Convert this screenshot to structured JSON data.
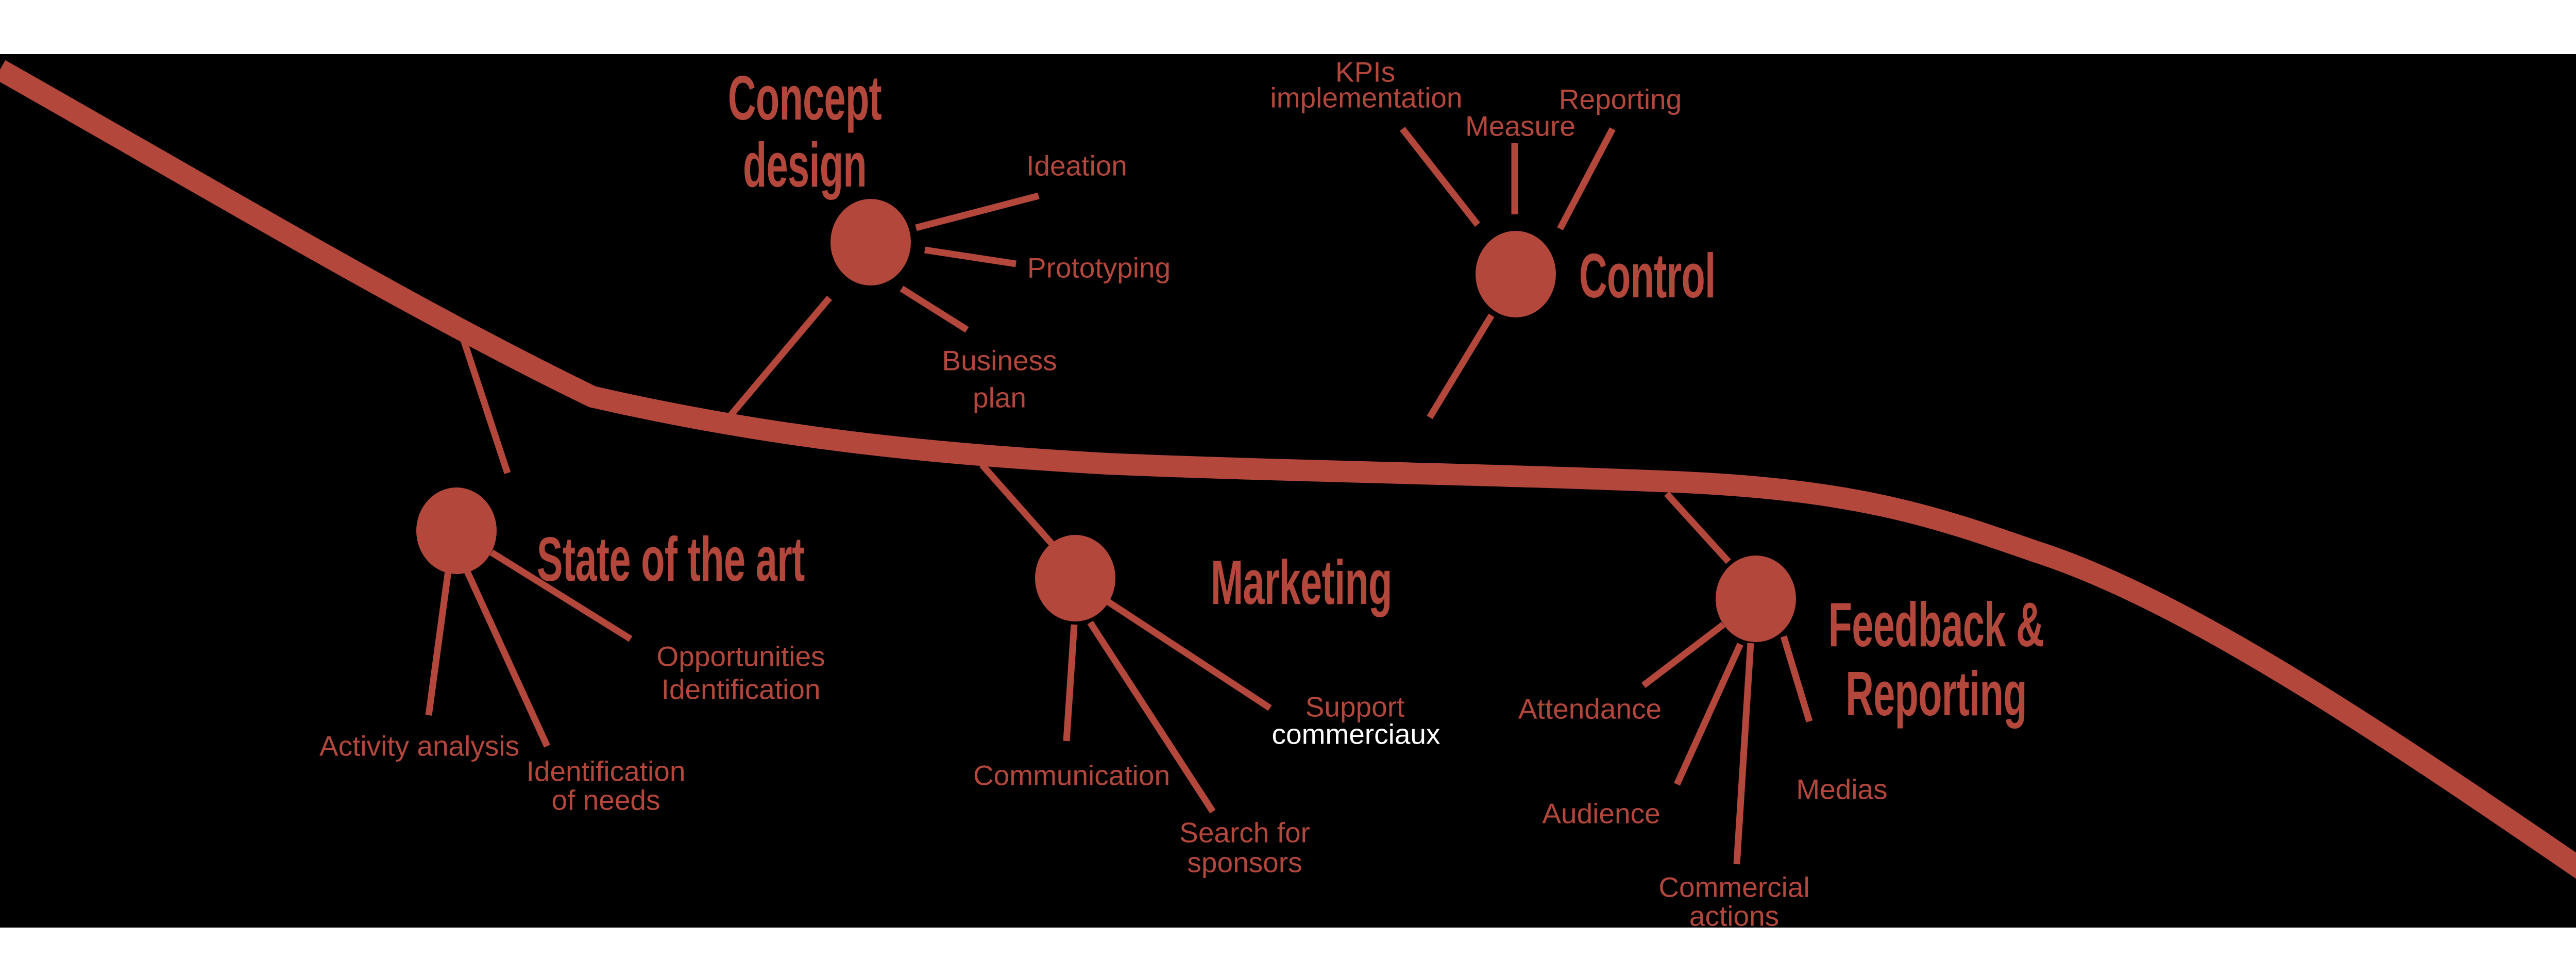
{
  "colors": {
    "accent_red": "#B3473C",
    "background_band": "#000000",
    "margin_band": "#FFFFFF",
    "highlight_text": "#FFFFFF"
  },
  "stages": [
    {
      "id": "concept-design",
      "title": [
        "Concept",
        "design"
      ],
      "labels": {
        "ideation": [
          "Ideation"
        ],
        "prototyping": [
          "Prototyping"
        ],
        "business_plan": [
          "Business",
          "plan"
        ]
      }
    },
    {
      "id": "control",
      "title": [
        "Control"
      ],
      "labels": {
        "kpis_implementation": [
          "KPIs",
          "implementation"
        ],
        "measure": [
          "Measure"
        ],
        "reporting": [
          "Reporting"
        ]
      }
    },
    {
      "id": "state-of-the-art",
      "title": [
        "State of the art"
      ],
      "labels": {
        "activity_analysis": [
          "Activity analysis"
        ],
        "identification_of_needs": [
          "Identification",
          "of needs"
        ],
        "opportunities_identification": [
          "Opportunities",
          "Identification"
        ]
      }
    },
    {
      "id": "marketing",
      "title": [
        "Marketing"
      ],
      "labels": {
        "communication": [
          "Communication"
        ],
        "search_for_sponsors": [
          "Search for",
          "sponsors"
        ],
        "support_commerciaux": [
          "Support",
          "commerciaux"
        ]
      }
    },
    {
      "id": "feedback-reporting",
      "title": [
        "Feedback &",
        "Reporting"
      ],
      "labels": {
        "attendance": [
          "Attendance"
        ],
        "audience": [
          "Audience"
        ],
        "medias": [
          "Medias"
        ],
        "commercial_actions": [
          "Commercial",
          "actions"
        ]
      }
    }
  ]
}
